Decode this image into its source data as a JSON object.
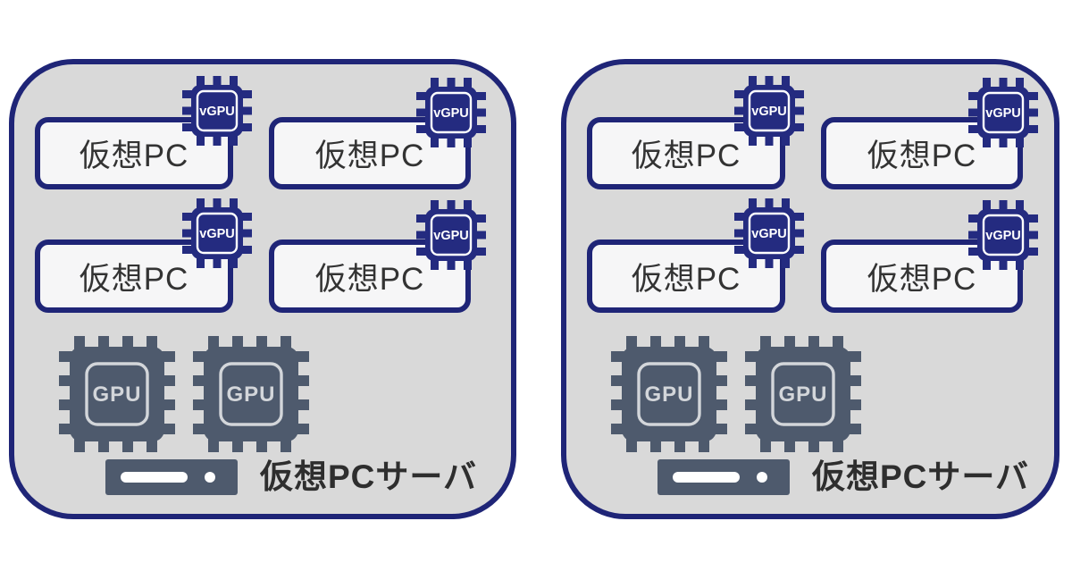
{
  "page": {
    "background": "#ffffff"
  },
  "colors": {
    "navy": "#1f2577",
    "chip-navy": "#242b80",
    "panel-fill": "#d9d9d9",
    "vm-fill": "#f6f6f7",
    "slate": "#4e5a6d",
    "gpu-accent": "#d3d6da",
    "vm-text": "#333333",
    "server-text": "#2e2e2e",
    "vgpu-text": "#ffffff"
  },
  "labels": {
    "vm": "仮想PC",
    "vgpu": "vGPU",
    "gpu": "GPU",
    "server": "仮想PCサーバ"
  },
  "panels": [
    {
      "server_label": "仮想PCサーバ",
      "vms": [
        "仮想PC",
        "仮想PC",
        "仮想PC",
        "仮想PC"
      ],
      "gpus": [
        "GPU",
        "GPU"
      ]
    },
    {
      "server_label": "仮想PCサーバ",
      "vms": [
        "仮想PC",
        "仮想PC",
        "仮想PC",
        "仮想PC"
      ],
      "gpus": [
        "GPU",
        "GPU"
      ]
    }
  ]
}
